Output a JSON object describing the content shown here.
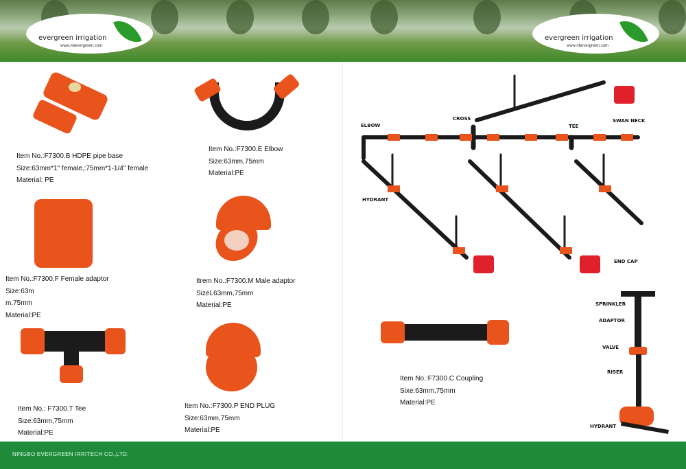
{
  "brand": {
    "name": "evergreen irrigation",
    "url": "www.nbevergreen.com"
  },
  "products": [
    {
      "item": "Item No.:F7300.B HDPE pipe base",
      "size": "Size:63mm*1\" female,:75mm*1-1/4\" female",
      "material": "Material: PE"
    },
    {
      "item": "Item No.:F7300.E  Elbow",
      "size": "Size:63mm,75mm",
      "material": "Material:PE"
    },
    {
      "item": "Item No.:F7300.F Female adaptor",
      "size": "Size:63m",
      "size2": "m,75mm",
      "material": "Material:PE"
    },
    {
      "item": "Itrem No.:F7300.M Male adaptor",
      "size": "SizeL63mm,75mm",
      "material": "Material:PE"
    },
    {
      "item": "Item No.:  F7300.T Tee",
      "size": "Size:63mm,75mm",
      "material": "Material:PE"
    },
    {
      "item": "Item No.:F7300.P END PLUG",
      "size": "Size:63mm,75mm",
      "material": "Material:PE"
    },
    {
      "item": "Item No.:F7300.C  Coupling",
      "size": "Sixe:63mm,75mm",
      "material": "Material:PE"
    }
  ],
  "diagram": {
    "labels": [
      "ELBOW",
      "CROSS",
      "TEE",
      "SWAN NECK",
      "HYDRANT",
      "END CAP"
    ]
  },
  "assembly": {
    "labels": [
      "SPRINKLER",
      "ADAPTOR",
      "VALVE",
      "RISER",
      "HYDRANT"
    ]
  },
  "footer": {
    "company": "NINGBO EVERGREEN IRRITECH CO.,LTD."
  }
}
